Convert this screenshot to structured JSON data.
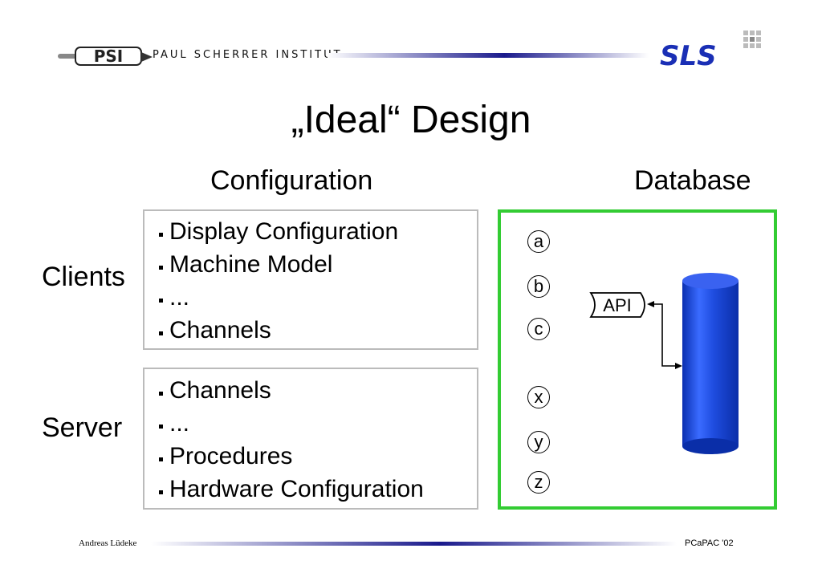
{
  "header": {
    "psi_logo": "PSI",
    "institute": "PAUL SCHERRER INSTITUT",
    "sls_logo": "SLS"
  },
  "slide": {
    "title": "„Ideal“ Design",
    "config_heading": "Configuration",
    "db_heading": "Database",
    "clients_label": "Clients",
    "server_label": "Server",
    "client_items": [
      "Display Configuration",
      "Machine Model",
      "...",
      "Channels"
    ],
    "server_items": [
      "Channels",
      "...",
      "Procedures",
      "Hardware Configuration"
    ],
    "db_circles": [
      "a",
      "b",
      "c",
      "x",
      "y",
      "z"
    ],
    "api_label": "API"
  },
  "footer": {
    "author": "Andreas Lüdeke",
    "event": "PCaPAC '02"
  },
  "colors": {
    "db_border": "#33cc33",
    "cylinder": "#1f4de0",
    "header_bar": "#1a1a8c"
  }
}
